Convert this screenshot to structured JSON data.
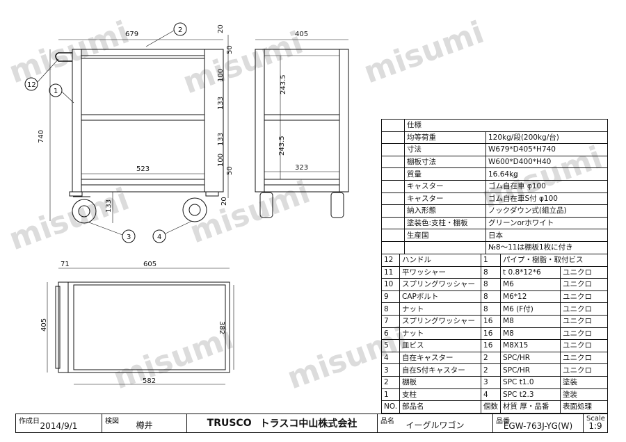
{
  "drawing": {
    "front": {
      "width": "679",
      "height": "740",
      "inner_width": "523",
      "caster_height": "133",
      "top_offset": "20",
      "bottom_offset": "20",
      "shelf_gap_top": "50",
      "shelf_gap_bottom": "50",
      "pitch_1": "100",
      "pitch_2": "133",
      "pitch_3": "133",
      "pitch_4": "100"
    },
    "side": {
      "width": "405",
      "inner_width": "323",
      "pitch_top": "243.5",
      "pitch_bottom": "243.5"
    },
    "plan": {
      "handle_offset": "71",
      "length": "605",
      "inner_length": "582",
      "depth": "405",
      "inner_depth": "382"
    },
    "balloons": {
      "b1": "1",
      "b2": "2",
      "b3": "3",
      "b4": "4",
      "b12": "12"
    }
  },
  "spec": {
    "header": "仕様",
    "rows": [
      {
        "k": "均等荷重",
        "v": "120kg/段(200kg/台)"
      },
      {
        "k": "寸法",
        "v": "W679*D405*H740"
      },
      {
        "k": "棚板寸法",
        "v": "W600*D400*H40"
      },
      {
        "k": "質量",
        "v": "16.64kg"
      },
      {
        "k": "キャスター",
        "v": "ゴム自在車 φ100"
      },
      {
        "k": "キャスター",
        "v": "ゴム自在車S付 φ100"
      },
      {
        "k": "納入形態",
        "v": "ノックダウン式(組立品)"
      },
      {
        "k": "塗装色:支柱・棚板",
        "v": "グリーンorホワイト"
      },
      {
        "k": "生産国",
        "v": "日本"
      }
    ],
    "note": "№8～11は棚板1枚に付き"
  },
  "parts": {
    "rows": [
      {
        "no": "12",
        "name": "ハンドル",
        "qty": "1",
        "mat": "パイプ・樹脂・取付ビス",
        "fin": ""
      },
      {
        "no": "11",
        "name": "平ワッシャー",
        "qty": "8",
        "mat": "t 0.8*12*6",
        "fin": "ユニクロ"
      },
      {
        "no": "10",
        "name": "スプリングワッシャー",
        "qty": "8",
        "mat": "M6",
        "fin": "ユニクロ"
      },
      {
        "no": "9",
        "name": "CAPボルト",
        "qty": "8",
        "mat": "M6*12",
        "fin": "ユニクロ"
      },
      {
        "no": "8",
        "name": "ナット",
        "qty": "8",
        "mat": "M6 (F付)",
        "fin": "ユニクロ"
      },
      {
        "no": "7",
        "name": "スプリングワッシャー",
        "qty": "16",
        "mat": "M8",
        "fin": "ユニクロ"
      },
      {
        "no": "6",
        "name": "ナット",
        "qty": "16",
        "mat": "M8",
        "fin": "ユニクロ"
      },
      {
        "no": "5",
        "name": "皿ビス",
        "qty": "16",
        "mat": "M8X15",
        "fin": "ユニクロ"
      },
      {
        "no": "4",
        "name": "自在キャスター",
        "qty": "2",
        "mat": "SPC/HR",
        "fin": "ユニクロ"
      },
      {
        "no": "3",
        "name": "自在S付キャスター",
        "qty": "2",
        "mat": "SPC/HR",
        "fin": "ユニクロ"
      },
      {
        "no": "2",
        "name": "棚板",
        "qty": "3",
        "mat": "SPC t1.0",
        "fin": "塗装"
      },
      {
        "no": "1",
        "name": "支柱",
        "qty": "4",
        "mat": "SPC t2.3",
        "fin": "塗装"
      }
    ],
    "header": {
      "no": "NO.",
      "name": "部品名",
      "qty": "個数",
      "mat": "材質 厚・品番",
      "fin": "表面処理"
    }
  },
  "title_block": {
    "created_label": "作成日",
    "created": "2014/9/1",
    "check_label": "検図",
    "checker": "樽井",
    "brand": "TRUSCO",
    "company": "トラスコ中山株式会社",
    "name_label": "品名",
    "name": "イーグルワゴン",
    "code_label": "品番",
    "code": "EGW-763J-YG(W)",
    "scale_label": "Scale",
    "scale": "1:9"
  },
  "watermark": "misumi"
}
